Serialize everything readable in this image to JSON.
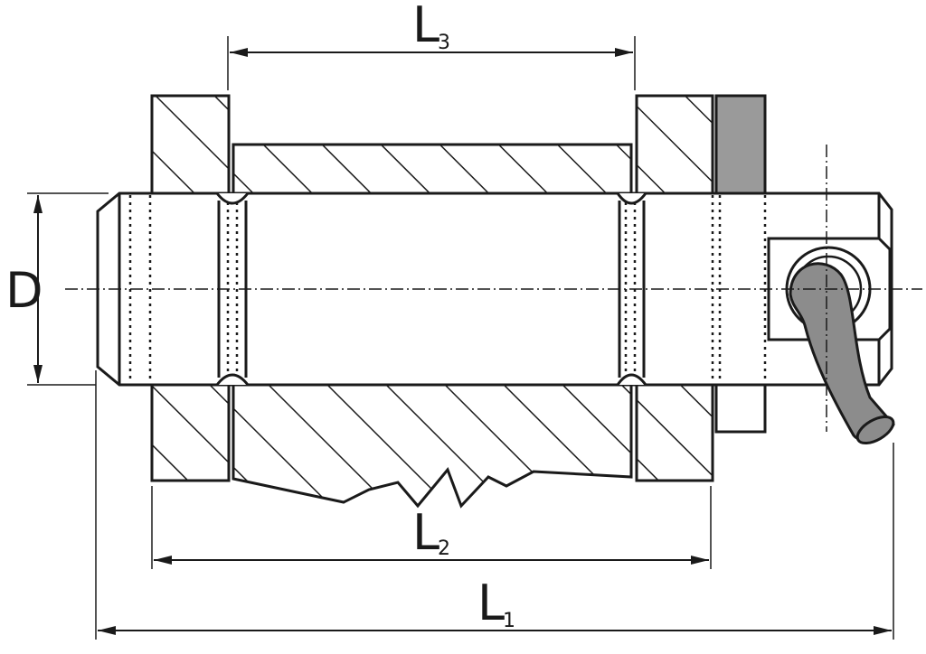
{
  "labels": {
    "l3": {
      "main": "L",
      "sub": "3"
    },
    "l2": {
      "main": "L",
      "sub": "2"
    },
    "l1": {
      "main": "L",
      "sub": "1"
    },
    "d": {
      "main": "D"
    }
  },
  "colors": {
    "ink": "#1a1a1a",
    "washer": "#9a9a9a",
    "cable": "#8c8c8c",
    "paper": "#ffffff"
  }
}
